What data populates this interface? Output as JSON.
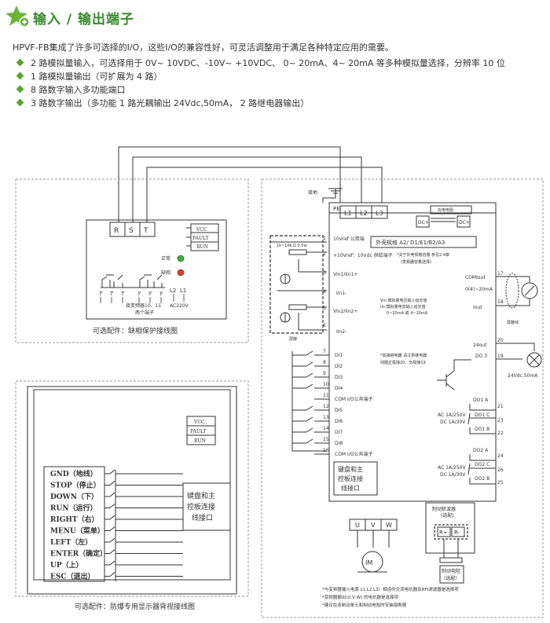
{
  "header": {
    "title": "输入 / 输出端子",
    "intro": "HPVF-FB集成了许多可选择的I/O，这些I/O的兼容性好，可灵活调整用于满足各种特定应用的需要。",
    "bullets": [
      "2 路模拟量输入，可选择用于 0V~ 10VDC、-10V~ +10VDC、 0~ 20mA、4~ 20mA 等多种模拟量选择，分辨率 10 位",
      "1 路模拟量输出（可扩展为 4 路）",
      "8 路数字输入多功能端口",
      "3 路数字输出（多功能 1 路光耦输出 24Vdc,50mA， 2 路继电器输出）"
    ]
  },
  "phase_panel": {
    "terminals": [
      "R",
      "S",
      "T"
    ],
    "status": [
      "VCC",
      "FAULT",
      "RUN"
    ],
    "normal": "正常",
    "phase_loss": "缺相",
    "sub_terminals": [
      "T",
      "T",
      "T",
      "Y",
      "Y",
      "Y",
      "L2",
      "L1"
    ],
    "note1": "接变频器10、11",
    "note2": "两个端子",
    "ac": "AC220V",
    "caption": "可选配件：缺相保护接线图"
  },
  "display_panel": {
    "status": [
      "VCC",
      "FAULT",
      "RUN"
    ],
    "buttons": [
      "GND（地线）",
      "STOP（停止）",
      "DOWN（下）",
      "RUN（运行）",
      "RIGHT（右）",
      "MENU（菜单）",
      "LEFT（左）",
      "ENTER（确定）",
      "UP（上）",
      "ESC（退出）"
    ],
    "board_label": [
      "键盘和主",
      "控板连接",
      "线接口"
    ],
    "caption": "可选配件：防爆专用显示器背视接线图"
  },
  "main_panel": {
    "ground": "接地",
    "pe": "PE",
    "inputs": [
      "L1",
      "L2",
      "L3"
    ],
    "brake_title": "充电电阻",
    "dc_plus": "DC+",
    "spec": "外壳规格 A2/ D1/E1/B2/A3",
    "spec_note1": "*关于外壳规格容量 参见2.4章",
    "spec_note2": "(变频器容量选择)",
    "pot": "1k~10k Ω 0.5w",
    "t1": "10Vref 公用端",
    "t2": "+10Vref：10Vdc 供给端子",
    "t3": "Vin1/Iin1+",
    "t4": "Iin1-",
    "t5": "Vin2/Iin2+",
    "t6": "Iin2-",
    "term_nums": [
      "1",
      "2",
      "3",
      "4",
      "5",
      "6"
    ],
    "shield": "屏蔽",
    "vin_note1": "Vin 模拟量电压输入给定值",
    "vin_note2": "Iin 模拟量电流输入给定值",
    "vin_note3": "0~20mA 或 4~20mA",
    "com_out": "COMIout",
    "iout_range": "0(4)~20mA",
    "iout": "Iout",
    "shield_line": "屏蔽线",
    "di_nums": [
      "7",
      "8",
      "9",
      "10",
      "11",
      "12",
      "13",
      "14",
      "15",
      "16"
    ],
    "di_labels": [
      "DI1",
      "DI2",
      "DI3",
      "DI4",
      "COM I/O公共端子",
      "DI5",
      "DI6",
      "DI7",
      "DI8",
      "COM I/O公共端子"
    ],
    "out24": "24out",
    "do3": "DO 3",
    "do_nums": [
      "20",
      "19"
    ],
    "do_note1": "*如接继电器 请注意继电器",
    "do_note2": "线圈正极接20、负极接19",
    "lamp": "24Vdc,50mA",
    "do1": [
      "DO1 A",
      "DO1 C",
      "DO1 B"
    ],
    "do1_nums": [
      "21",
      "23",
      "22"
    ],
    "do2": [
      "DO2 A",
      "DO2 C",
      "DO2 B"
    ],
    "do2_nums": [
      "24",
      "26",
      "25"
    ],
    "relay_rating1": "AC 1A/250V",
    "relay_rating2": "DC 1A/30V",
    "board_label": [
      "键盘和主",
      "控板连接",
      "线接口"
    ],
    "uvw": [
      "U",
      "V",
      "W"
    ],
    "motor": "IM",
    "brake_unit1": "制动斩波器",
    "brake_unit2": "(选配)",
    "r_terms": [
      "R+",
      "R-"
    ],
    "brake_res1": "制动电阻",
    "brake_res2": "(选配)",
    "footnotes": [
      "*与变频器输入电源 L1,L2,L3）相连的交流电抗器及RFI滤波器是选择项",
      "*变频器输出(U,V,W) 的电抗器是选择项",
      "*建议在连制动单元和制动电阻时安装熔断器"
    ]
  }
}
